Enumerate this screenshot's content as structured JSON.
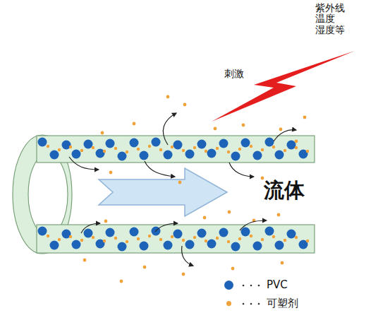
{
  "diagram": {
    "labels": [
      "紫外线 温度 湿度等",
      "刺激",
      "流体"
    ],
    "legend": [
      {
        "text": "PVC",
        "color": "#1d63b8"
      },
      {
        "text": "可塑剂",
        "color": "#f0a23a"
      }
    ]
  }
}
